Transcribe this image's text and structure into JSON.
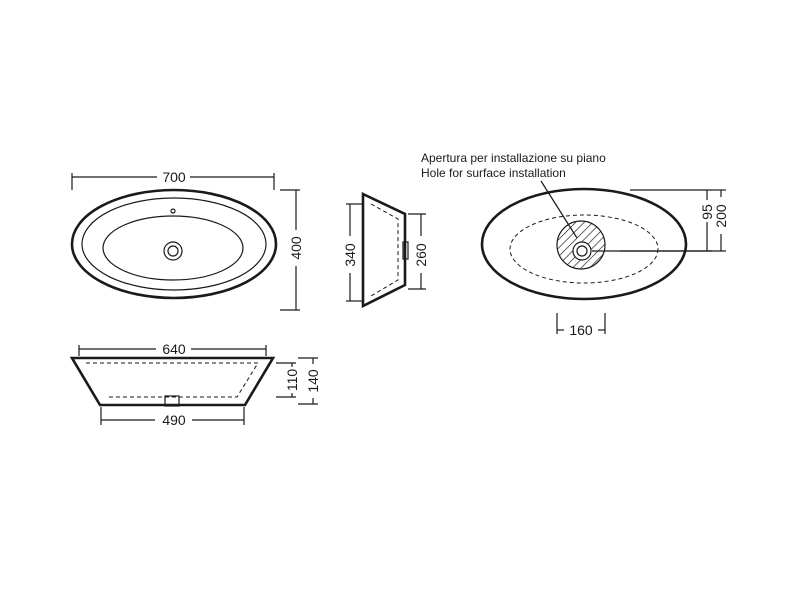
{
  "annotations": {
    "line1": "Apertura per installazione su piano",
    "line2": "Hole for surface installation"
  },
  "dimensions": {
    "top_width": "700",
    "top_depth": "400",
    "side_outer_height": "340",
    "side_inner_height": "260",
    "front_top_width": "640",
    "front_bottom_width": "490",
    "front_inner_height": "110",
    "front_total_height": "140",
    "hole_offset": "95",
    "hole_span": "200",
    "hole_diameter": "160"
  }
}
